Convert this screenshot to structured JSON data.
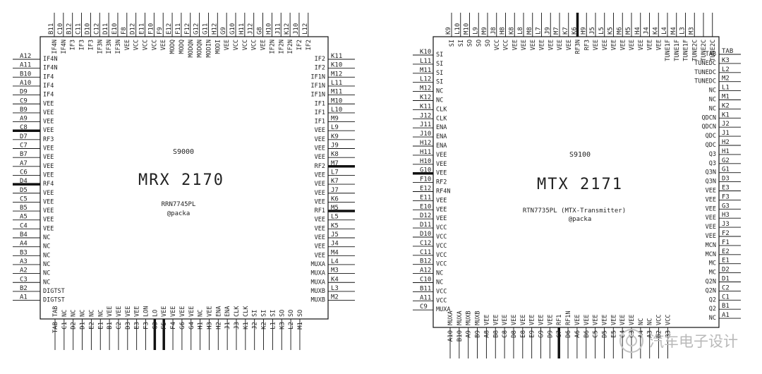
{
  "chips": [
    {
      "id": "mrx",
      "name": "MRX 2170",
      "center_texts": [
        "S9000",
        "RRN7745PL",
        "@packa"
      ],
      "left_pins": [
        [
          "A12",
          "IF4N"
        ],
        [
          "A11",
          "IF4N"
        ],
        [
          "B10",
          "IF4"
        ],
        [
          "A10",
          "IF4"
        ],
        [
          "D9",
          "IF4"
        ],
        [
          "C9",
          "VEE"
        ],
        [
          "B9",
          "VEE"
        ],
        [
          "A9",
          "VEE"
        ],
        [
          "C8",
          "VEE"
        ],
        [
          "D7",
          "RF3"
        ],
        [
          "C7",
          "VEE"
        ],
        [
          "B7",
          "VEE"
        ],
        [
          "A7",
          "VEE"
        ],
        [
          "C6",
          "VEE"
        ],
        [
          "D4",
          "RF4"
        ],
        [
          "D5",
          "VEE"
        ],
        [
          "C5",
          "VEE"
        ],
        [
          "B5",
          "VEE"
        ],
        [
          "A5",
          "VEE"
        ],
        [
          "C4",
          "VEE"
        ],
        [
          "B4",
          "NC"
        ],
        [
          "A4",
          "NC"
        ],
        [
          "B3",
          "NC"
        ],
        [
          "A3",
          "NC"
        ],
        [
          "A2",
          "NC"
        ],
        [
          "C3",
          "NC"
        ],
        [
          "B2",
          "DIGTST"
        ],
        [
          "A1",
          "DIGTST"
        ]
      ],
      "right_pins": [
        [
          "K11",
          "IF2"
        ],
        [
          "K10",
          "IF2"
        ],
        [
          "M12",
          "IF1N"
        ],
        [
          "L11",
          "IF1N"
        ],
        [
          "M11",
          "IF1N"
        ],
        [
          "M10",
          "IF1"
        ],
        [
          "L10",
          "IF1"
        ],
        [
          "M9",
          "IF1"
        ],
        [
          "L9",
          "VEE"
        ],
        [
          "K9",
          "VEE"
        ],
        [
          "J9",
          "VEE"
        ],
        [
          "K8",
          "VEE"
        ],
        [
          "M7",
          "RF2"
        ],
        [
          "L7",
          "VEE"
        ],
        [
          "K7",
          "VEE"
        ],
        [
          "J7",
          "VEE"
        ],
        [
          "K6",
          "VEE"
        ],
        [
          "M5",
          "RF1"
        ],
        [
          "L5",
          "VEE"
        ],
        [
          "K5",
          "VEE"
        ],
        [
          "J5",
          "VEE"
        ],
        [
          "J4",
          "VEE"
        ],
        [
          "M4",
          "VEE"
        ],
        [
          "L4",
          "MUXA"
        ],
        [
          "M3",
          "MUXA"
        ],
        [
          "K4",
          "MUXA"
        ],
        [
          "L3",
          "MUXB"
        ],
        [
          "M2",
          "MUXB"
        ]
      ],
      "top_pins": [
        [
          "B11",
          "IF4N"
        ],
        [
          "C10",
          "IF4N"
        ],
        [
          "B12",
          "IF3"
        ],
        [
          "C11",
          "IF3"
        ],
        [
          "D10",
          "IF3"
        ],
        [
          "C12",
          "IF3N"
        ],
        [
          "D11",
          "IF3N"
        ],
        [
          "E10",
          "IF3N"
        ],
        [
          "F8",
          "VEE"
        ],
        [
          "D12",
          "VCC"
        ],
        [
          "E11",
          "VCC"
        ],
        [
          "F10",
          "VCC"
        ],
        [
          "F9",
          "VEE"
        ],
        [
          "E12",
          "MODQ"
        ],
        [
          "F11",
          "MODQ"
        ],
        [
          "F12",
          "MODQN"
        ],
        [
          "G12",
          "MODQN"
        ],
        [
          "G11",
          "MODIN"
        ],
        [
          "H12",
          "MODI"
        ],
        [
          "G9",
          "VEE"
        ],
        [
          "G10",
          "VCC"
        ],
        [
          "H11",
          "VCC"
        ],
        [
          "J12",
          "VCC"
        ],
        [
          "G8",
          "VEE"
        ],
        [
          "H10",
          "IF2N"
        ],
        [
          "J11",
          "IF2N"
        ],
        [
          "K12",
          "IF2N"
        ],
        [
          "J10",
          "IF2"
        ],
        [
          "L12",
          "IF2"
        ]
      ],
      "bottom_pins": [
        [
          "TAB",
          "TAB"
        ],
        [
          "C1",
          "NC"
        ],
        [
          "D2",
          "NC"
        ],
        [
          "D1",
          "NC"
        ],
        [
          "E2",
          "NC"
        ],
        [
          "E1",
          "NC"
        ],
        [
          "B1",
          "VEE"
        ],
        [
          "C2",
          "VEE"
        ],
        [
          "D3",
          "VEE"
        ],
        [
          "E3",
          "VEE"
        ],
        [
          "F3",
          "LON"
        ],
        [
          "G3",
          "LO"
        ],
        [
          "F5",
          "VEE"
        ],
        [
          "F4",
          "VEE"
        ],
        [
          "G6",
          "VEE"
        ],
        [
          "G4",
          "VEE"
        ],
        [
          "H1",
          "NC"
        ],
        [
          "H3",
          "VEE"
        ],
        [
          "H2",
          "ENA"
        ],
        [
          "J1",
          "ENA"
        ],
        [
          "J3",
          "CLK"
        ],
        [
          "K1",
          "CLK"
        ],
        [
          "J2",
          "SI"
        ],
        [
          "K2",
          "SI"
        ],
        [
          "L1",
          "SI"
        ],
        [
          "K3",
          "SO"
        ],
        [
          "L2",
          "SO"
        ],
        [
          "M1",
          "SO"
        ]
      ]
    },
    {
      "id": "mtx",
      "name": "MTX 2171",
      "center_texts": [
        "S9100",
        "RTN7735PL (MTX-Transmitter)",
        "@packa"
      ],
      "left_pins": [
        [
          "K10",
          "SI"
        ],
        [
          "L11",
          "SI"
        ],
        [
          "M11",
          "SI"
        ],
        [
          "L12",
          "SI"
        ],
        [
          "M12",
          "NC"
        ],
        [
          "K12",
          "NC"
        ],
        [
          "K11",
          "CLK"
        ],
        [
          "J12",
          "CLK"
        ],
        [
          "J11",
          "ENA"
        ],
        [
          "J10",
          "ENA"
        ],
        [
          "H12",
          "ENA"
        ],
        [
          "H11",
          "VEE"
        ],
        [
          "H10",
          "VEE"
        ],
        [
          "G10",
          "VEE"
        ],
        [
          "F10",
          "RF2"
        ],
        [
          "E12",
          "RF4N"
        ],
        [
          "E11",
          "VEE"
        ],
        [
          "E10",
          "VEE"
        ],
        [
          "D12",
          "VEE"
        ],
        [
          "D11",
          "VCC"
        ],
        [
          "D10",
          "VCC"
        ],
        [
          "C12",
          "VCC"
        ],
        [
          "C11",
          "VCC"
        ],
        [
          "B12",
          "VCC"
        ],
        [
          "A12",
          "NC"
        ],
        [
          "C10",
          "NC"
        ],
        [
          "B11",
          "VCC"
        ],
        [
          "A11",
          "VCC"
        ],
        [
          "C9",
          "MUXA"
        ]
      ],
      "right_pins": [
        [
          "TAB",
          "TAB"
        ],
        [
          "K3",
          "TUNEDC"
        ],
        [
          "L2",
          "TUNEDC"
        ],
        [
          "M2",
          "TUNEDC"
        ],
        [
          "L1",
          "NC"
        ],
        [
          "M1",
          "NC"
        ],
        [
          "K2",
          "NC"
        ],
        [
          "K1",
          "QDCN"
        ],
        [
          "J2",
          "QDCN"
        ],
        [
          "J1",
          "QDC"
        ],
        [
          "H2",
          "QDC"
        ],
        [
          "H1",
          "Q3"
        ],
        [
          "G2",
          "Q3"
        ],
        [
          "G1",
          "Q3N"
        ],
        [
          "D3",
          "Q3N"
        ],
        [
          "E3",
          "VEE"
        ],
        [
          "F3",
          "VEE"
        ],
        [
          "G3",
          "VEE"
        ],
        [
          "H3",
          "VEE"
        ],
        [
          "J3",
          "VEE"
        ],
        [
          "F2",
          "VEE"
        ],
        [
          "F1",
          "MCN"
        ],
        [
          "E2",
          "MCN"
        ],
        [
          "E1",
          "MC"
        ],
        [
          "D2",
          "MC"
        ],
        [
          "D1",
          "Q2N"
        ],
        [
          "C2",
          "Q2N"
        ],
        [
          "C1",
          "Q2"
        ],
        [
          "B1",
          "Q2"
        ],
        [
          "A1",
          "NC"
        ]
      ],
      "top_pins": [
        [
          "K9",
          "SI"
        ],
        [
          "L10",
          "SI"
        ],
        [
          "M10",
          "SO"
        ],
        [
          "L9",
          "SO"
        ],
        [
          "M9",
          "SO"
        ],
        [
          "J8",
          "VCC"
        ],
        [
          "H8",
          "VCC"
        ],
        [
          "K8",
          "VEE"
        ],
        [
          "L8",
          "VEE"
        ],
        [
          "M8",
          "VEE"
        ],
        [
          "L7",
          "VEE"
        ],
        [
          "J9",
          "VEE"
        ],
        [
          "M7",
          "VEE"
        ],
        [
          "K7",
          "VEE"
        ],
        [
          "K6",
          "RF3N"
        ],
        [
          "H9",
          "RF3"
        ],
        [
          "J5",
          "VEE"
        ],
        [
          "L5",
          "VEE"
        ],
        [
          "K5",
          "VEE"
        ],
        [
          "M6",
          "VEE"
        ],
        [
          "M5",
          "VEE"
        ],
        [
          "H4",
          "VEE"
        ],
        [
          "J4",
          "VEE"
        ],
        [
          "K4",
          "VEE"
        ],
        [
          "L4",
          "TUNE1F"
        ],
        [
          "M4",
          "TUNE1F"
        ],
        [
          "L3",
          "TUNE1F"
        ],
        [
          "M3",
          "TUNE2C"
        ],
        [
          "",
          "TUNE2C"
        ],
        [
          "",
          "TUNE2C"
        ]
      ],
      "bottom_pins": [
        [
          "A10",
          "MUXA"
        ],
        [
          "B10",
          "MUXA"
        ],
        [
          "A9",
          "MUXB"
        ],
        [
          "B9",
          "MUXB"
        ],
        [
          "A8",
          "VEE"
        ],
        [
          "B8",
          "VEE"
        ],
        [
          "C8",
          "VEE"
        ],
        [
          "D8",
          "VEE"
        ],
        [
          "E8",
          "VEE"
        ],
        [
          "E9",
          "VEE"
        ],
        [
          "G9",
          "VEE"
        ],
        [
          "D9",
          "VEE"
        ],
        [
          "C7",
          "RF1"
        ],
        [
          "D6",
          "RF1N"
        ],
        [
          "A6",
          "VEE"
        ],
        [
          "B6",
          "VEE"
        ],
        [
          "C5",
          "VEE"
        ],
        [
          "D5",
          "VEE"
        ],
        [
          "E5",
          "VEE"
        ],
        [
          "C4",
          "VEE"
        ],
        [
          "C3",
          "VEE"
        ],
        [
          "A4",
          "NC"
        ],
        [
          "A3",
          "NC"
        ],
        [
          "B2",
          "VCC"
        ],
        [
          "B3",
          "VCC"
        ]
      ]
    }
  ],
  "watermark": "汽车电子设计"
}
